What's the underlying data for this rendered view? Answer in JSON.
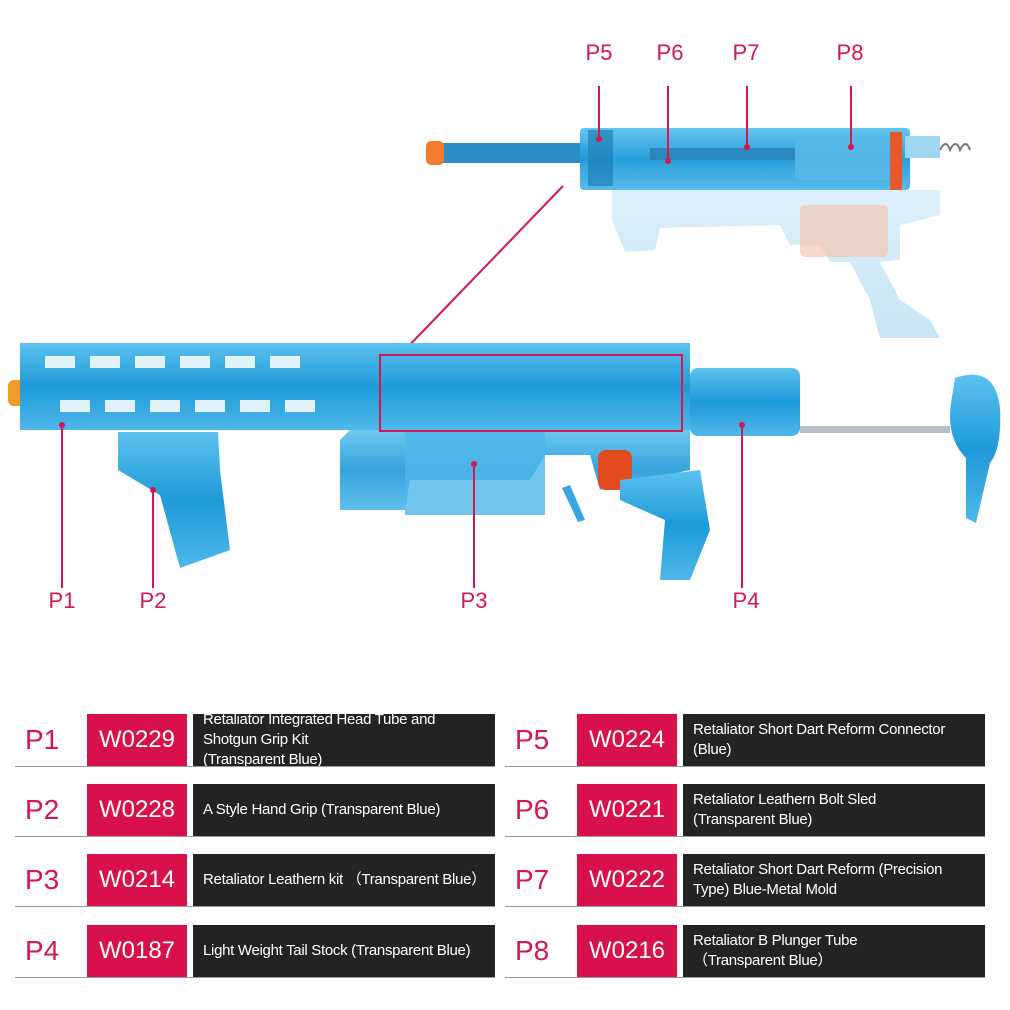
{
  "callouts": [
    {
      "label": "P1"
    },
    {
      "label": "P2"
    },
    {
      "label": "P3"
    },
    {
      "label": "P4"
    },
    {
      "label": "P5"
    },
    {
      "label": "P6"
    },
    {
      "label": "P7"
    },
    {
      "label": "P8"
    }
  ],
  "parts": [
    {
      "id": "P1",
      "code": "W0229",
      "desc": "Retaliator Integrated Head Tube and Shotgun Grip Kit\n(Transparent Blue)"
    },
    {
      "id": "P2",
      "code": "W0228",
      "desc": "A  Style Hand Grip  (Transparent Blue)"
    },
    {
      "id": "P3",
      "code": "W0214",
      "desc": "Retaliator Leathern kit  （Transparent Blue）"
    },
    {
      "id": "P4",
      "code": "W0187",
      "desc": "Light Weight Tail Stock (Transparent Blue)"
    },
    {
      "id": "P5",
      "code": "W0224",
      "desc": "Retaliator Short Dart Reform Connector\n(Blue)"
    },
    {
      "id": "P6",
      "code": "W0221",
      "desc": "Retaliator Leathern Bolt Sled\n(Transparent Blue)"
    },
    {
      "id": "P7",
      "code": "W0222",
      "desc": "Retaliator Short Dart Reform (Precision\nType) Blue-Metal Mold"
    },
    {
      "id": "P8",
      "code": "W0216",
      "desc": "Retaliator  B Plunger Tube\n（Transparent Blue）"
    }
  ],
  "colors": {
    "accent": "#d6164e",
    "code_bg": "#d8114a",
    "desc_bg": "#232323",
    "blaster": "#1d9ad6"
  }
}
